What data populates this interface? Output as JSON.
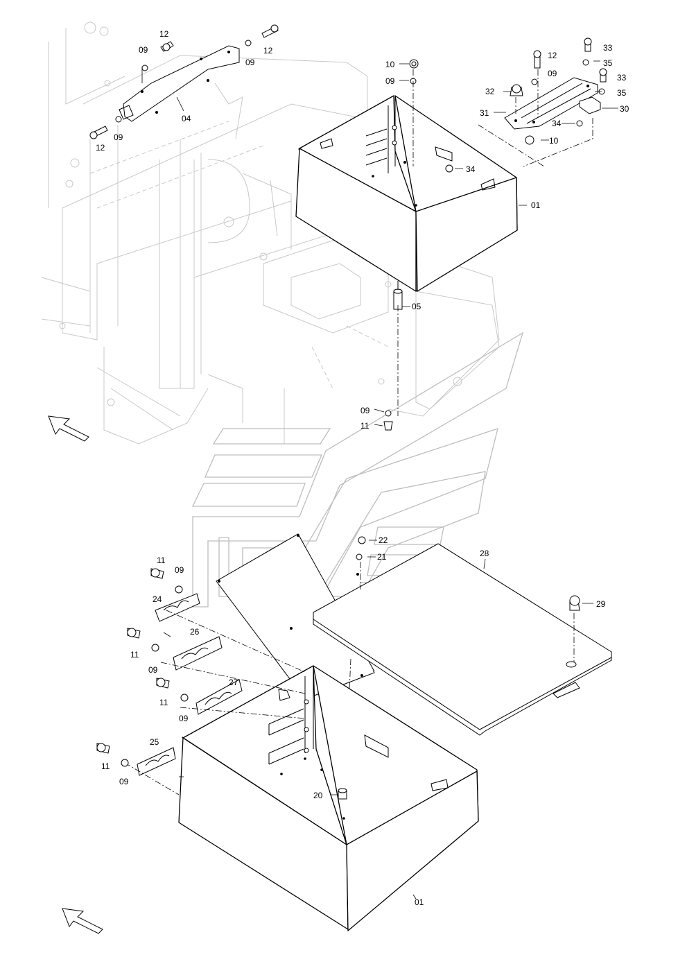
{
  "callouts": {
    "c12a": "12",
    "c09a": "09",
    "c04": "04",
    "c12b": "12",
    "c09b": "09",
    "c09c": "09",
    "c12c": "12",
    "c10a": "10",
    "c09d": "09",
    "c34a": "34",
    "c01a": "01",
    "c05": "05",
    "c09e": "09",
    "c11a": "11",
    "c33a": "33",
    "c12d": "12",
    "c35a": "35",
    "c09f": "09",
    "c33b": "33",
    "c32": "32",
    "c35b": "35",
    "c31": "31",
    "c30": "30",
    "c34b": "34",
    "c10b": "10",
    "c22": "22",
    "c21": "21",
    "c28": "28",
    "c29": "29",
    "c11b": "11",
    "c09g": "09",
    "c24": "24",
    "c26": "26",
    "c11c": "11",
    "c09h": "09",
    "c27": "27",
    "c11d": "11",
    "c09i": "09",
    "c25": "25",
    "c11e": "11",
    "c09j": "09",
    "c20": "20",
    "c01b": "01"
  },
  "icons": {
    "top_arrow": "direction-arrow-icon",
    "bottom_arrow": "direction-arrow-icon"
  }
}
